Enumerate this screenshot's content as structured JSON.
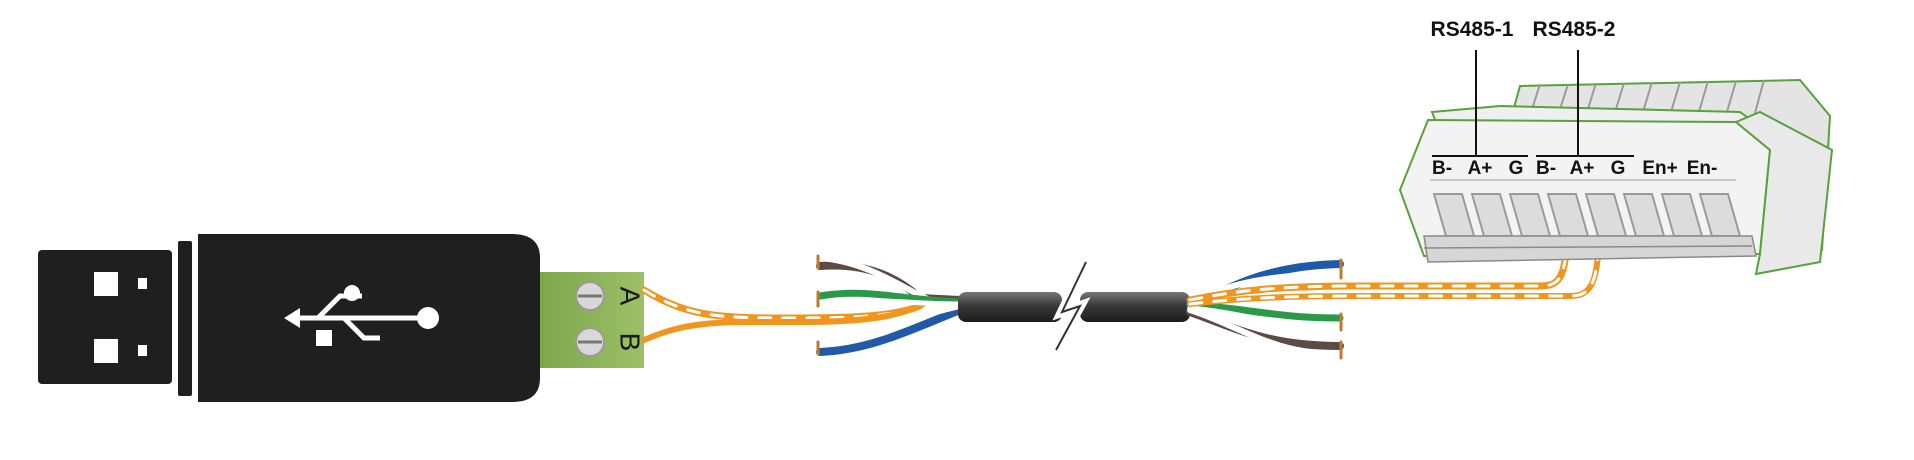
{
  "groups": {
    "rs485_1": "RS485-1",
    "rs485_2": "RS485-2"
  },
  "terminal_labels": {
    "b_minus_1": "B-",
    "a_plus_1": "A+",
    "g_1": "G",
    "b_minus_2": "B-",
    "a_plus_2": "A+",
    "g_2": "G",
    "en_plus": "En+",
    "en_minus": "En-"
  },
  "adapter_terminals": {
    "a": "A",
    "b": "B"
  },
  "icons": {
    "usb": "usb-icon",
    "break": "cable-break-icon"
  },
  "colors": {
    "usb_body": "#1f1f1f",
    "terminal_block_green": "#8fb35b",
    "connector_face": "#f2f2f2",
    "connector_outline": "#5aa03c",
    "cable_jacket": "#3a3a3a",
    "wire_orange": "#f0961e",
    "wire_brown": "#5c4a44",
    "wire_green": "#2a9a4a",
    "wire_blue": "#1f5aa8"
  }
}
